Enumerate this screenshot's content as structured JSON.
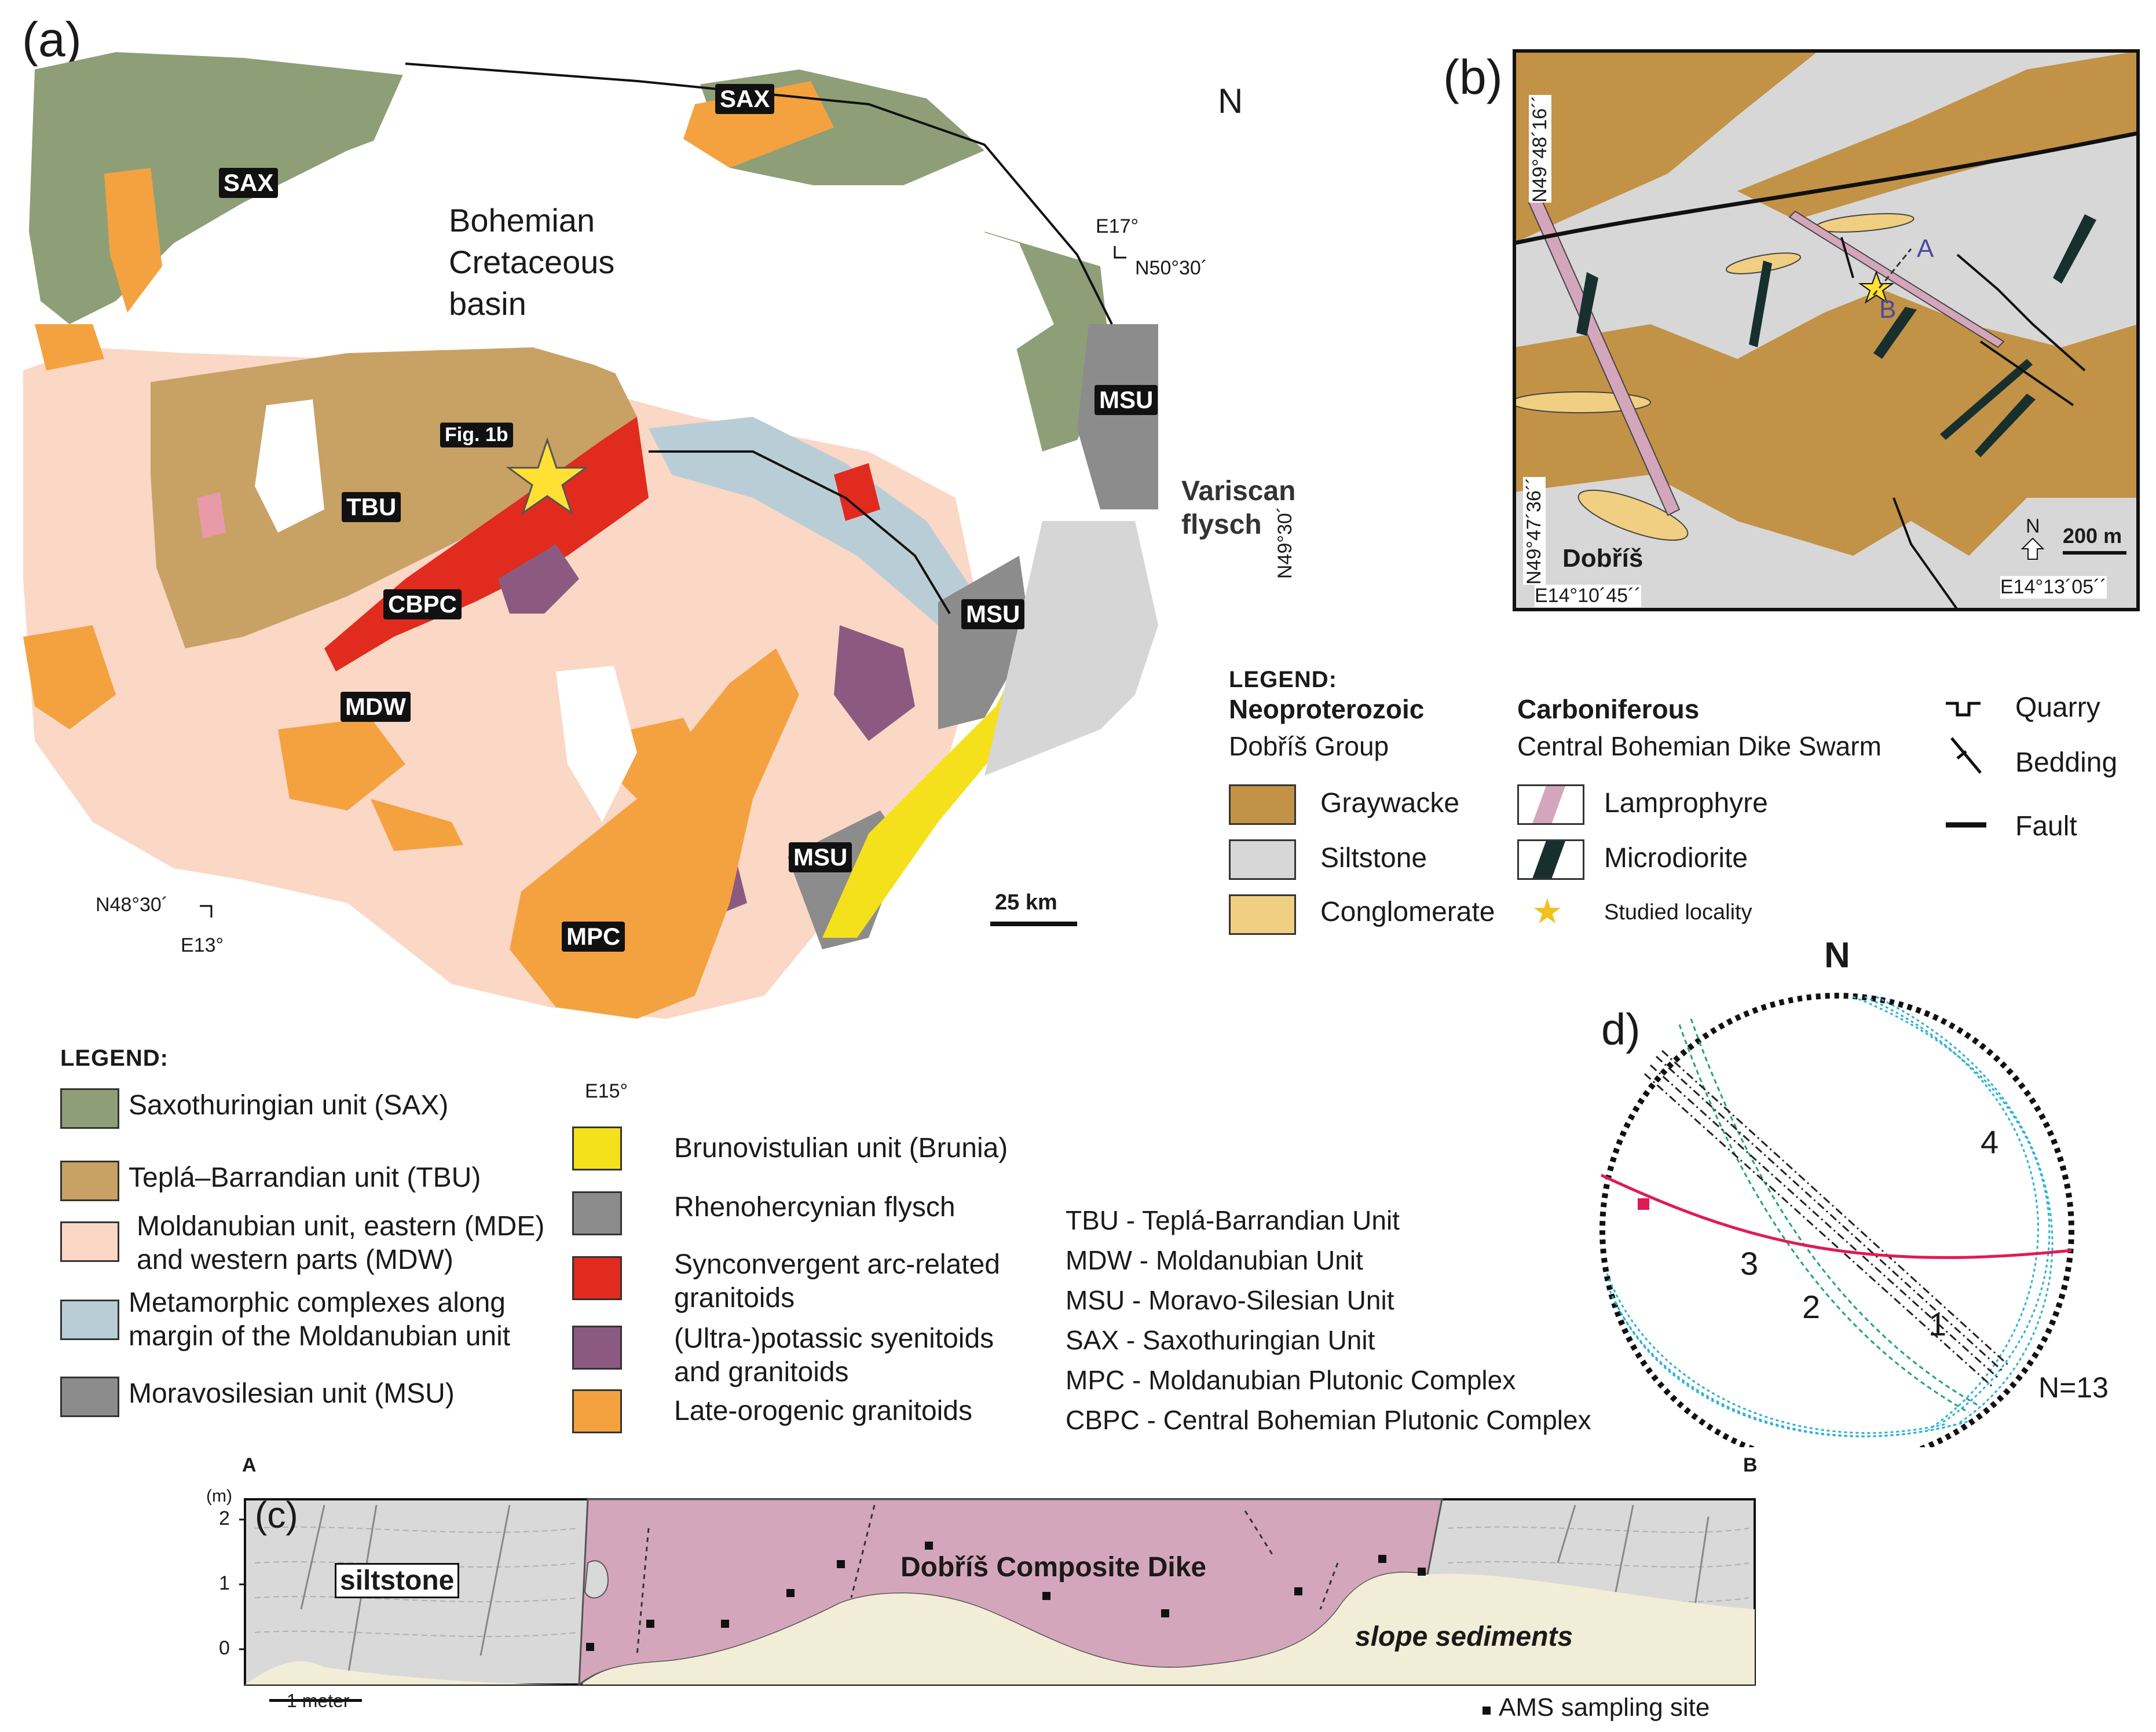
{
  "panels": {
    "a": "(a)",
    "b": "(b)",
    "c": "(c)",
    "d": "d)"
  },
  "map_a": {
    "labels": {
      "sax1": "SAX",
      "sax2": "SAX",
      "tbu": "TBU",
      "cbpc": "CBPC",
      "mdw": "MDW",
      "mpc": "MPC",
      "msu1": "MSU",
      "msu2": "MSU",
      "msu3": "MSU",
      "fig1b": "Fig. 1b"
    },
    "basin": "Bohemian\nCretaceous\nbasin",
    "flysch": "Variscan\nflysch",
    "north": "N",
    "coords": {
      "e17": "E17°",
      "n5030": "N50°30´",
      "n4930": "N49°30´",
      "n4830": "N48°30´",
      "e13": "E13°",
      "e15": "E15°"
    },
    "scale": "25 km",
    "colors": {
      "sax": "#8e9f78",
      "tbu": "#c8a164",
      "mol": "#fbd7c6",
      "meta": "#b9cdd7",
      "msu": "#8c8c8c",
      "brunia": "#f5e11b",
      "rheno": "#cfcfcf",
      "red": "#e02b1e",
      "purple": "#8c5a80",
      "orange": "#f4a240",
      "pink": "#e89aa9"
    }
  },
  "legend_a": {
    "title": "LEGEND:",
    "items": [
      {
        "label": "Saxothuringian unit (SAX)",
        "color": "#8e9f78"
      },
      {
        "label": "Teplá–Barrandian unit (TBU)",
        "color": "#c8a164"
      },
      {
        "label": "Moldanubian unit, eastern (MDE)\nand western parts (MDW)",
        "color": "#fbd7c6"
      },
      {
        "label": "Metamorphic complexes along\nmargin of the Moldanubian unit",
        "color": "#b9cdd7"
      },
      {
        "label": "Moravosilesian unit (MSU)",
        "color": "#8c8c8c"
      }
    ],
    "items2": [
      {
        "label": "Brunovistulian unit (Brunia)",
        "color": "#f5e11b"
      },
      {
        "label": "Rhenohercynian flysch",
        "color": "#8c8c8c"
      },
      {
        "label": "Synconvergent arc-related\ngranitoids",
        "color": "#e02b1e"
      },
      {
        "label": "(Ultra-)potassic syenitoids\nand granitoids",
        "color": "#8c5a80"
      },
      {
        "label": "Late-orogenic granitoids",
        "color": "#f4a240"
      }
    ],
    "abbrev": [
      "TBU - Teplá-Barrandian Unit",
      "MDW - Moldanubian Unit",
      "MSU - Moravo-Silesian Unit",
      "SAX - Saxothuringian Unit",
      "MPC - Moldanubian Plutonic Complex",
      "CBPC - Central Bohemian Plutonic Complex"
    ]
  },
  "map_b": {
    "coords": {
      "n4816": "N49°48´16´´",
      "n4736": "N49°47´36´´",
      "e1045": "E14°10´45´´",
      "e1305": "E14°13´05´´"
    },
    "town": "Dobříš",
    "scale": "200 m",
    "north": "N",
    "a": "A",
    "b": "B"
  },
  "legend_b": {
    "title": "LEGEND:",
    "neo": "Neoproterozoic",
    "neo_sub": "Dobříš Group",
    "carb": "Carboniferous",
    "carb_sub": "Central Bohemian Dike Swarm",
    "items": [
      {
        "label": "Graywacke",
        "color": "#c29246"
      },
      {
        "label": "Siltstone",
        "color": "#d7d7d7"
      },
      {
        "label": "Conglomerate",
        "color": "#f0cf82"
      }
    ],
    "items2": [
      {
        "label": "Lamprophyre",
        "color": "#d4a6bb"
      },
      {
        "label": "Microdiorite",
        "color": "#17302e"
      }
    ],
    "studied": "Studied locality",
    "symbols": [
      "Quarry",
      "Bedding",
      "Fault"
    ]
  },
  "section_c": {
    "a": "A",
    "b": "B",
    "unit": "(m)",
    "yticks": [
      "2",
      "1",
      "0"
    ],
    "siltstone": "siltstone",
    "dike": "Dobříš Composite Dike",
    "slope": "slope sediments",
    "scale": "1 meter",
    "ams": "AMS sampling site"
  },
  "stereonet_d": {
    "north": "N",
    "n": "N=13",
    "groups": [
      "1",
      "2",
      "3",
      "4"
    ]
  }
}
